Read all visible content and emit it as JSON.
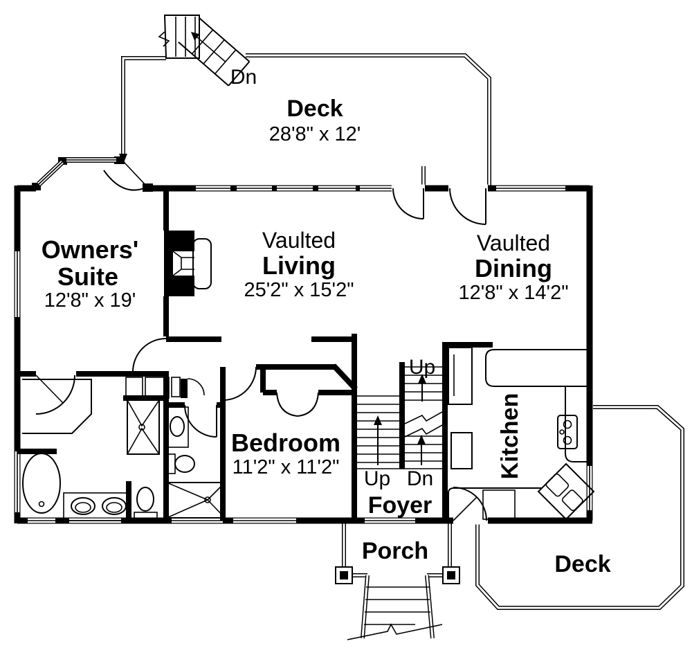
{
  "page": {
    "background": "#ffffff",
    "ink": "#000000"
  },
  "labels": {
    "deck_top": {
      "name": "Deck",
      "dims": "28'8\" x 12'"
    },
    "owners_suite": {
      "line1": "Owners'",
      "line2": "Suite",
      "dims": "12'8\" x 19'"
    },
    "living": {
      "prefix": "Vaulted",
      "name": "Living",
      "dims": "25'2\" x 15'2\""
    },
    "dining": {
      "prefix": "Vaulted",
      "name": "Dining",
      "dims": "12'8\" x 14'2\""
    },
    "bedroom": {
      "name": "Bedroom",
      "dims": "11'2\" x 11'2\""
    },
    "kitchen": {
      "name": "Kitchen"
    },
    "foyer": {
      "name": "Foyer"
    },
    "porch": {
      "name": "Porch"
    },
    "deck_rear": {
      "name": "Deck"
    },
    "stairs": {
      "deck_dn": "Dn",
      "top_up": "Up",
      "bottom_up": "Up",
      "bottom_dn": "Dn"
    }
  }
}
